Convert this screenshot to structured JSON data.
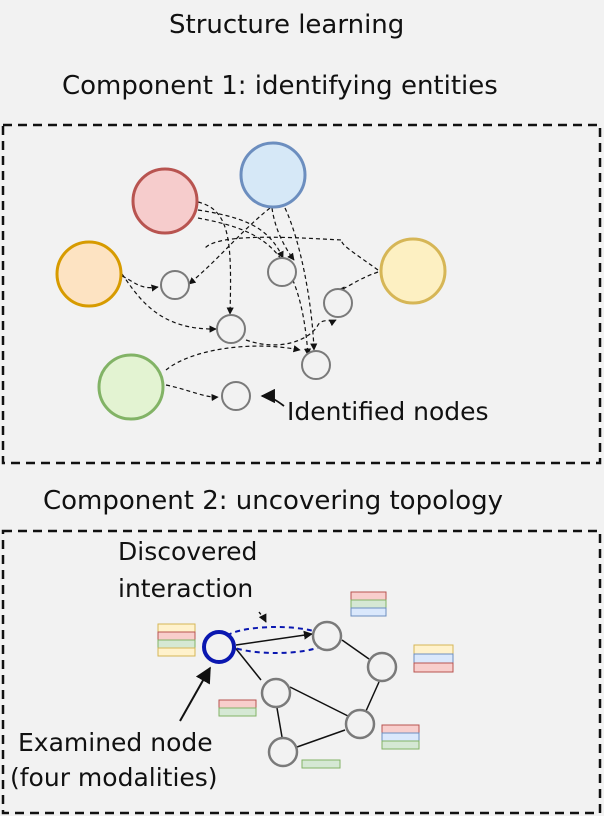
{
  "header": {
    "title": "Structure learning"
  },
  "component1": {
    "title": "Component 1: identifying entities",
    "annotation": "Identified nodes",
    "entity_colors": [
      {
        "fill": "#f6cccc",
        "stroke": "#b85450"
      },
      {
        "fill": "#d6e8f7",
        "stroke": "#6c8ebf"
      },
      {
        "fill": "#fde3c2",
        "stroke": "#d79b00"
      },
      {
        "fill": "#fdf0c2",
        "stroke": "#d6b656"
      },
      {
        "fill": "#e3f3d2",
        "stroke": "#82b366"
      }
    ]
  },
  "component2": {
    "title": "Component 2: uncovering topology",
    "discovered_label_line1": "Discovered",
    "discovered_label_line2": "interaction",
    "examined_label_line1": "Examined node",
    "examined_label_line2": "(four modalities)",
    "highlight_color": "#0a17b0",
    "modality_colors": {
      "red": "#f8cecc",
      "green": "#d5e8d4",
      "blue": "#dae8fc",
      "yellow": "#fff2cc"
    }
  }
}
